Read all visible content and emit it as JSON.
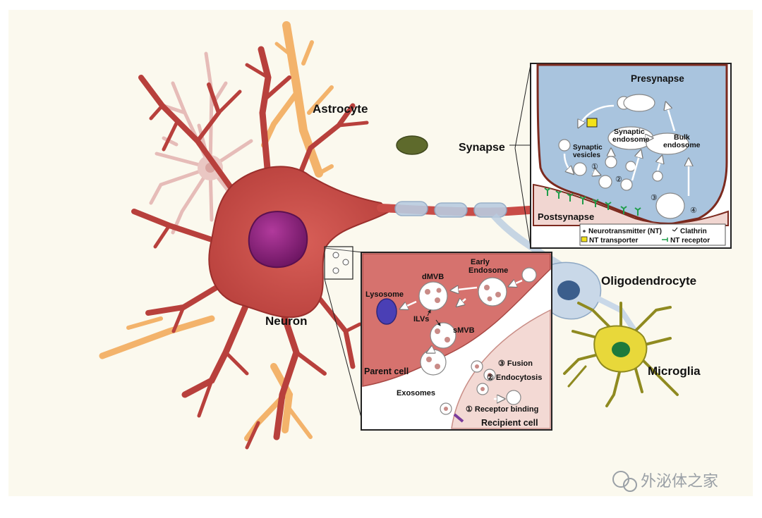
{
  "labels": {
    "astrocyte": "Astrocyte",
    "neuron": "Neuron",
    "synapse": "Synapse",
    "oligodendrocyte": "Oligodendrocyte",
    "microglia": "Microglia"
  },
  "synapse_inset": {
    "presynapse": "Presynapse",
    "postsynapse": "Postsynapse",
    "synaptic_endosome_1": "Synaptic",
    "synaptic_endosome_2": "endosome",
    "synaptic_vesicles_1": "Synaptic",
    "synaptic_vesicles_2": "vesicles",
    "bulk_endosome_1": "Bulk",
    "bulk_endosome_2": "endosome",
    "steps": [
      "①",
      "②",
      "③",
      "④"
    ],
    "legend": {
      "neurotransmitter": "Neurotransmitter (NT)",
      "clathrin": "Clathrin",
      "nt_transporter": "NT transporter",
      "nt_receptor": "NT receptor"
    }
  },
  "exosome_inset": {
    "early_endosome_1": "Early",
    "early_endosome_2": "Endosome",
    "dmvb": "dMVB",
    "lysosome": "Lysosome",
    "ilvs": "ILVs",
    "smvb": "sMVB",
    "parent_cell": "Parent cell",
    "exosomes": "Exosomes",
    "fusion": "③ Fusion",
    "endocytosis": "② Endocytosis",
    "receptor_binding": "① Receptor binding",
    "recipient_cell": "Recipient cell"
  },
  "watermark": "外泌体之家",
  "colors": {
    "background": "#fbf9ee",
    "neuron": "#c94c47",
    "neuron_dark": "#8e2a28",
    "nucleus": "#8a1d78",
    "astrocyte": "#f3b36b",
    "glia_pale": "#eac7c3",
    "myelin": "#b9cce0",
    "oligo_nucleus": "#3b5e8c",
    "microglia": "#e8d83a",
    "microglia_nucleus": "#1e7a3c",
    "presynapse": "#a9c4de",
    "postsynapse": "#f1d6d1",
    "parent_cell": "#d6726e",
    "recipient_cell": "#f3d9d4",
    "lysosome": "#4a3fb5",
    "organelle": "#5e6a2c"
  }
}
